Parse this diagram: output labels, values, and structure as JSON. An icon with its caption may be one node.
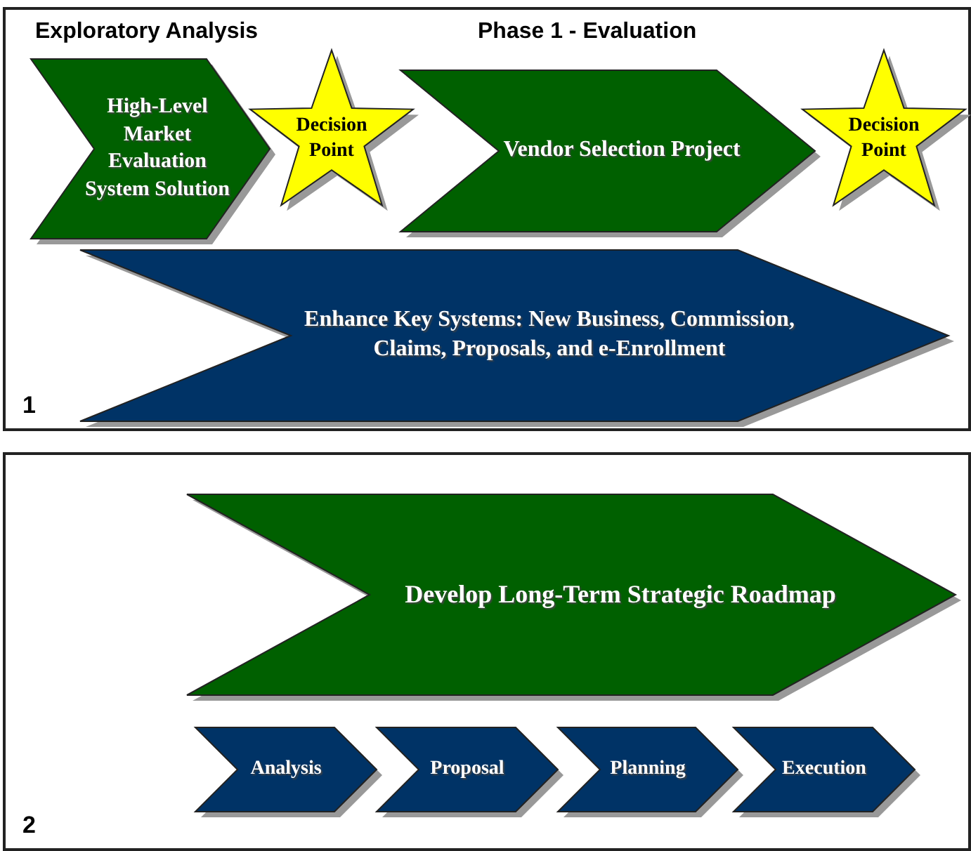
{
  "diagram": {
    "nodes": [
      {
        "text": [
          "1"
        ]
      },
      {
        "text": [
          "High-Level Market Evaluation System Solution"
        ],
        "in": 0
      },
      {
        "text": [
          "Decision Point"
        ],
        "in": 0
      },
      {
        "text": [
          "Vendor Selection Project"
        ],
        "in": 0
      },
      {
        "text": [
          "Decision Point"
        ],
        "in": 0
      },
      {
        "text": [
          "Enhance Key Systems:  New Business, Commission, Claims, Proposals, and e-Enrollment"
        ],
        "in": 0
      },
      {
        "text": [
          "2"
        ]
      },
      {
        "text": [
          "Develop Long-Term Strategic Roadmap"
        ],
        "in": 6
      },
      {
        "text": [
          "Analysis"
        ],
        "in": 6
      },
      {
        "text": [
          "Proposal"
        ],
        "in": 6
      },
      {
        "text": [
          "Planning"
        ],
        "in": 6
      },
      {
        "text": [
          "Execution"
        ],
        "in": 6
      }
    ],
    "edges": [],
    "labels": [
      "Exploratory Analysis",
      "Phase 1 - Evaluation"
    ]
  }
}
